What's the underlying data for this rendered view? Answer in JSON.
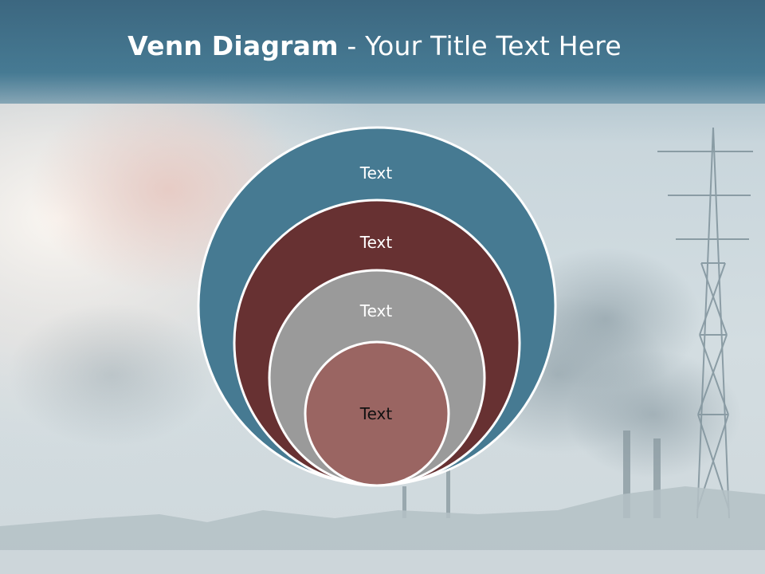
{
  "slide": {
    "title_bold": "Venn Diagram",
    "title_rest": " - Your Title Text Here"
  },
  "colors": {
    "header": "#437590",
    "circle_outer": "#467a92",
    "circle_second": "#673132",
    "circle_third": "#9a9a9a",
    "circle_inner": "#9a6562",
    "outline": "#ffffff"
  },
  "diagram": {
    "type": "nested-venn",
    "circles": [
      {
        "label": "Text"
      },
      {
        "label": "Text"
      },
      {
        "label": "Text"
      },
      {
        "label": "Text"
      }
    ]
  }
}
